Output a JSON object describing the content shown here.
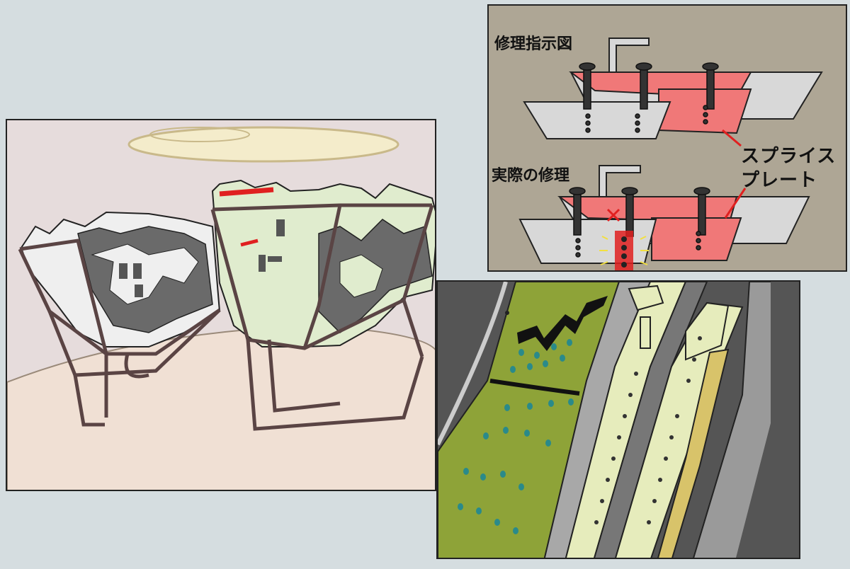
{
  "labels": {
    "repair_instruction": "修理指示図",
    "actual_repair": "実際の修理",
    "splice_plate_line1": "スプライス",
    "splice_plate_line2": "プレート"
  },
  "colors": {
    "background": "#d5dde0",
    "wreck_panel_bg": "#e6dcdc",
    "floor": "#f0e0d4",
    "fuselage_green": "#e0ecce",
    "fuselage_white": "#eeeeee",
    "frame_brown": "#5a4444",
    "repair_panel_bg": "#aea695",
    "splice_plate_red": "#f07878",
    "bulkhead_grey": "#d8d8d8",
    "olive_green": "#8ea338",
    "yellow_strip": "#d8c36a",
    "pale_strip": "#e6ecbc",
    "damage_highlight": "#e02020"
  },
  "icons": {
    "wreckage": "aircraft-wreckage-illustration",
    "bolt_diagram": "splice-plate-bolt-diagram",
    "bulkhead_closeup": "bulkhead-closeup-illustration",
    "misplaced_bolt": "red-x-mark"
  }
}
